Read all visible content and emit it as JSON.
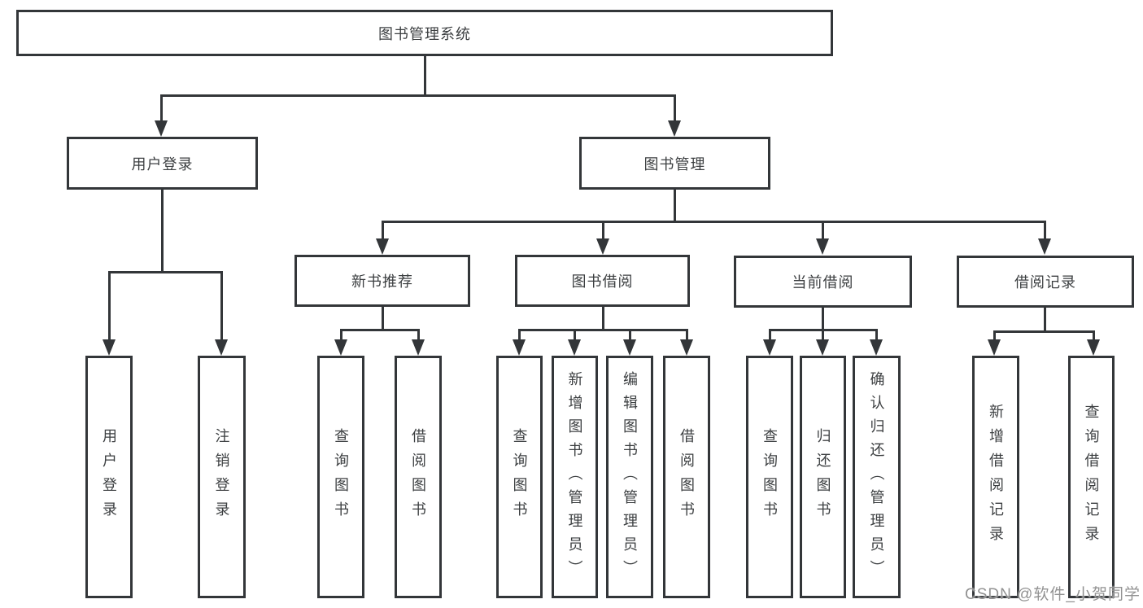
{
  "diagram": {
    "colors": {
      "line": "#333639",
      "text": "#3c3f41",
      "watermark": "#929292",
      "background": "#ffffff"
    },
    "root": {
      "label": "图书管理系统"
    },
    "level2": [
      {
        "label": "用户登录"
      },
      {
        "label": "图书管理"
      }
    ],
    "level3": [
      {
        "label": "新书推荐"
      },
      {
        "label": "图书借阅"
      },
      {
        "label": "当前借阅"
      },
      {
        "label": "借阅记录"
      }
    ],
    "leaves": [
      {
        "label": "用户登录"
      },
      {
        "label": "注销登录"
      },
      {
        "label": "查询图书"
      },
      {
        "label": "借阅图书"
      },
      {
        "label": "查询图书"
      },
      {
        "label": "新增图书（管理员）"
      },
      {
        "label": "编辑图书（管理员）"
      },
      {
        "label": "借阅图书"
      },
      {
        "label": "查询图书"
      },
      {
        "label": "归还图书"
      },
      {
        "label": "确认归还（管理员）"
      },
      {
        "label": "新增借阅记录"
      },
      {
        "label": "查询借阅记录"
      }
    ],
    "watermark": "CSDN @软件_小贺同学"
  }
}
